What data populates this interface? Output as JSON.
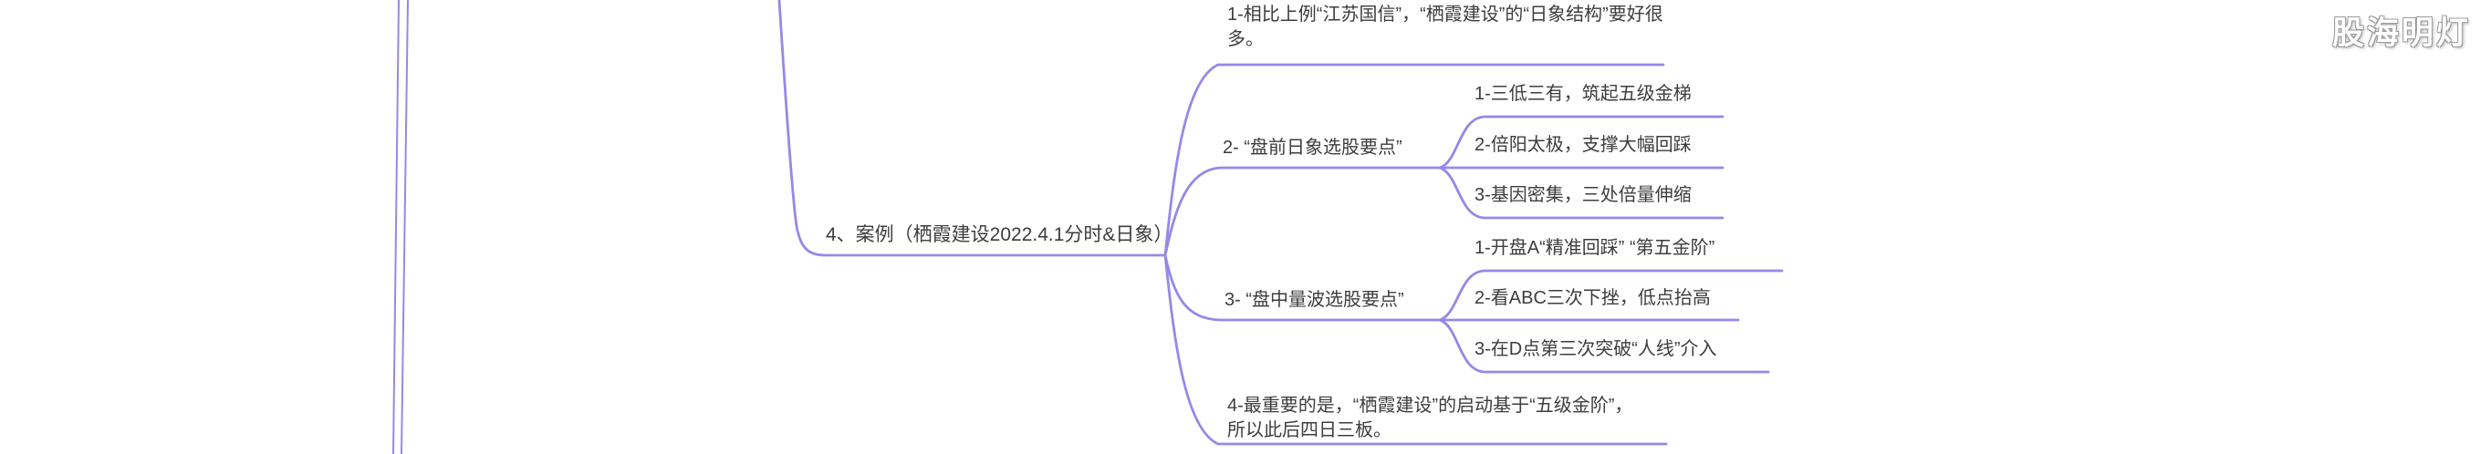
{
  "watermark": "股海明灯",
  "colors": {
    "branch": "#9489e8",
    "text": "#3d3d3d",
    "background": "#ffffff",
    "watermark_text": "#ffffff",
    "watermark_outline": "#9c9c9c"
  },
  "mindmap": {
    "main": {
      "label": "4、案例（栖霞建设2022.4.1分时&日象）"
    },
    "children": [
      {
        "type": "note",
        "label": "1-相比上例“江苏国信”，“栖霞建设”的“日象结构”要好很多。"
      },
      {
        "type": "topic",
        "label": "2- “盘前日象选股要点”",
        "children": [
          "1-三低三有，筑起五级金梯",
          "2-倍阳太极，支撑大幅回踩",
          "3-基因密集，三处倍量伸缩"
        ]
      },
      {
        "type": "topic",
        "label": "3- “盘中量波选股要点”",
        "children": [
          "1-开盘A“精准回踩” “第五金阶”",
          "2-看ABC三次下挫，低点抬高",
          "3-在D点第三次突破“人线”介入"
        ]
      },
      {
        "type": "note",
        "label": "4-最重要的是，“栖霞建设”的启动基于“五级金阶”，所以此后四日三板。"
      }
    ]
  }
}
